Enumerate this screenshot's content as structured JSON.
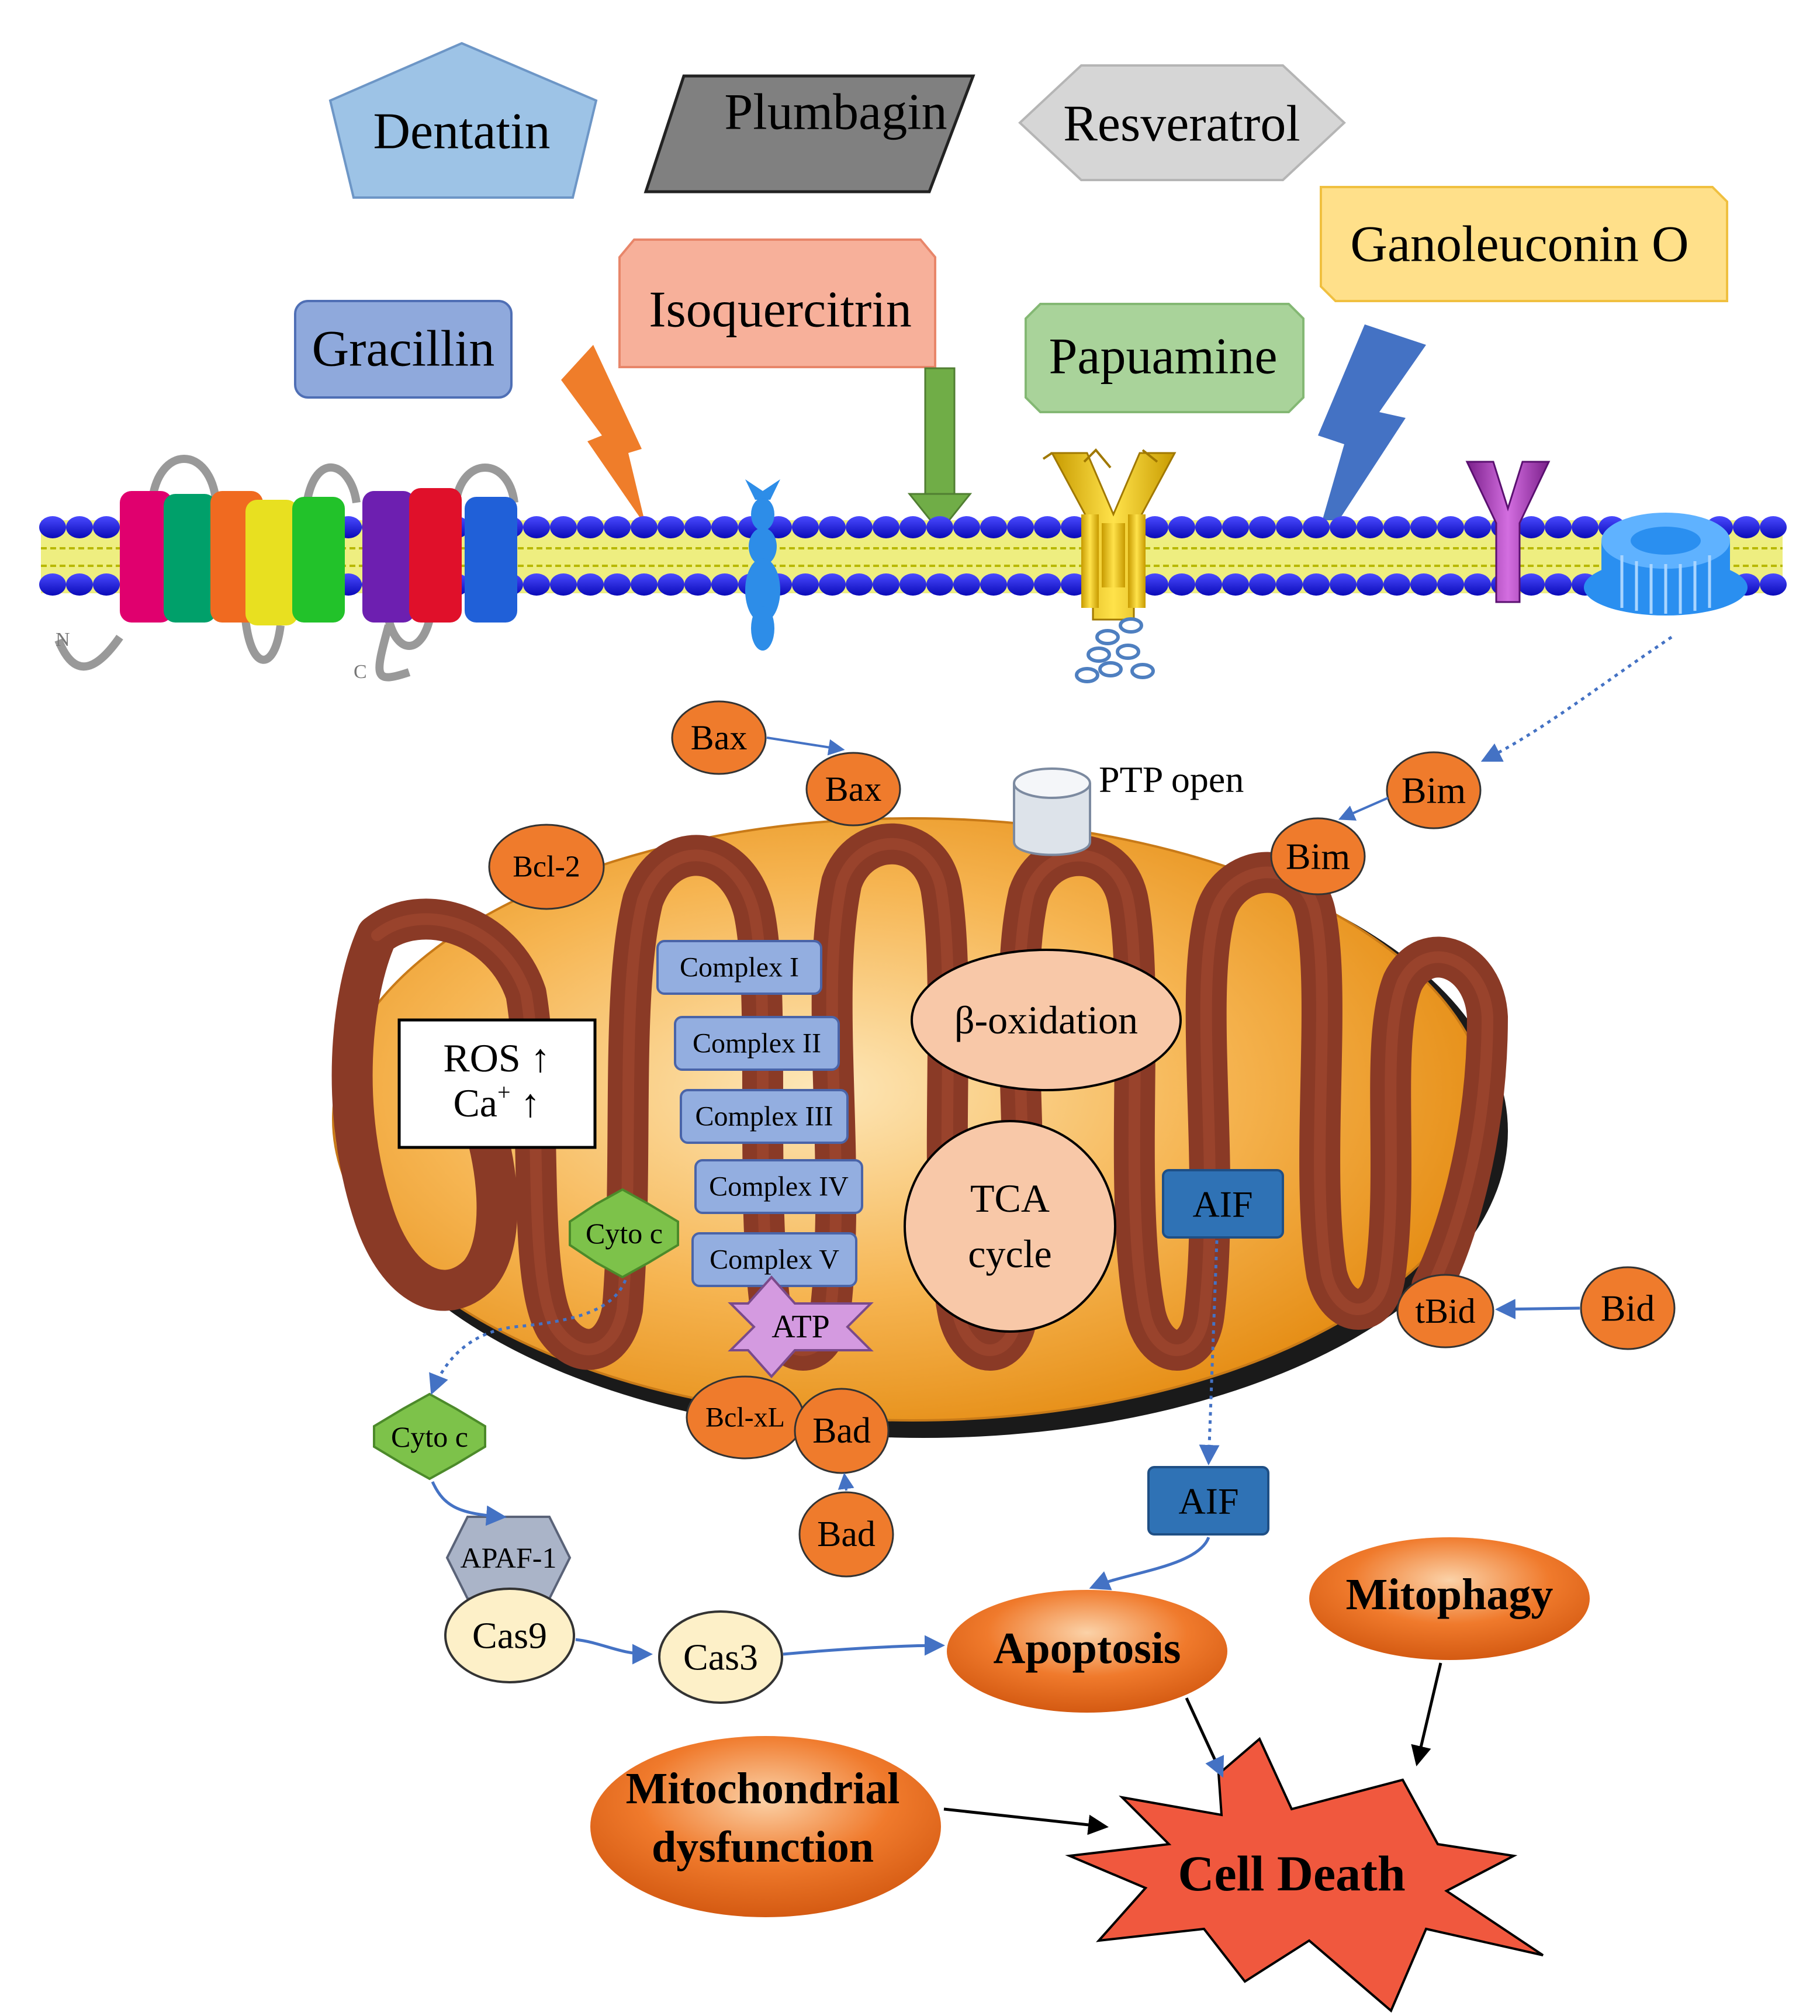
{
  "compounds": {
    "dentatin": "Dentatin",
    "plumbagin": "Plumbagin",
    "resveratrol": "Resveratrol",
    "gracillin": "Gracillin",
    "isoquercitrin": "Isoquercitrin",
    "papuamine": "Papuamine",
    "ganoleuconin": "Ganoleuconin O"
  },
  "membrane": {
    "n_terminal": "N",
    "c_terminal": "C"
  },
  "proteins": {
    "bax_outer": "Bax",
    "bax_inner": "Bax",
    "bim_outer": "Bim",
    "bim_inner": "Bim",
    "bcl2": "Bcl-2",
    "bcl_xl": "Bcl-xL",
    "bad_inner": "Bad",
    "bad_outer": "Bad",
    "bid": "Bid",
    "tbid": "tBid"
  },
  "mitochondrion": {
    "ptp": "PTP open",
    "complexes": [
      "Complex I",
      "Complex II",
      "Complex III",
      "Complex IV",
      "Complex V"
    ],
    "atp": "ATP",
    "beta_oxidation": "β-oxidation",
    "tca_line1": "TCA",
    "tca_line2": "cycle",
    "ros": "ROS ↑",
    "ca_base": "Ca",
    "ca_sup": "+",
    "ca_arrow": " ↑",
    "cyto_inner": "Cyto c",
    "aif_inner": "AIF"
  },
  "pathway": {
    "cyto_outer": "Cyto c",
    "apaf1": "APAF-1",
    "cas9": "Cas9",
    "cas3": "Cas3",
    "aif_outer": "AIF",
    "apoptosis": "Apoptosis",
    "mitophagy": "Mitophagy",
    "dysfunction_line1": "Mitochondrial",
    "dysfunction_line2": "dysfunction",
    "cell_death": "Cell Death"
  },
  "colors": {
    "membrane_head": "#1010d8",
    "membrane_tail": "#e8e830",
    "mito_outer": "#f3a52e",
    "cristae": "#8a3a26",
    "protein_orange": "#ef7b2c",
    "complex_blue": "#93aee0",
    "aif_blue": "#2f72b5",
    "cyto_green": "#7dc24a",
    "atp_purple": "#d49ae0",
    "cell_death_red": "#f0583e"
  }
}
